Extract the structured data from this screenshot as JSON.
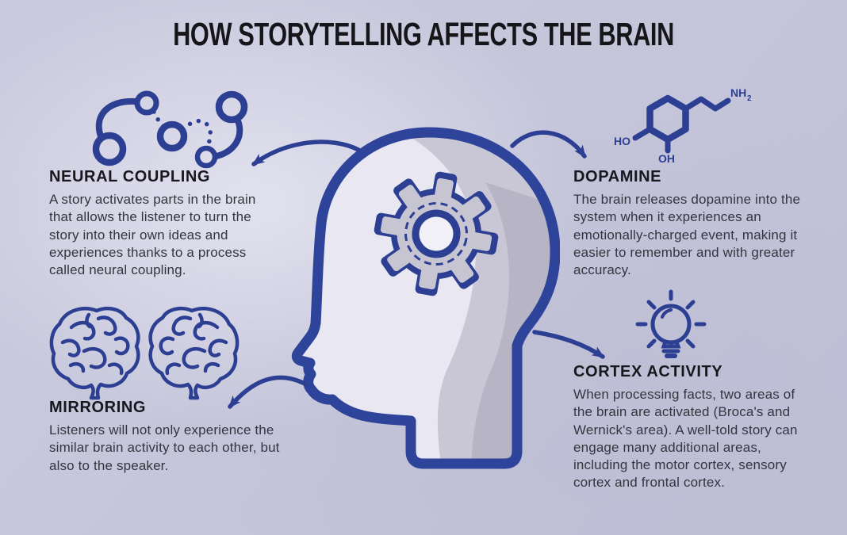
{
  "title": "HOW STORYTELLING AFFECTS THE BRAIN",
  "sections": {
    "neural_coupling": {
      "heading": "NEURAL COUPLING",
      "body": "A story activates parts in the brain that allows the listener to turn the story into their own ideas and experiences thanks to a process called neural coupling."
    },
    "dopamine": {
      "heading": "DOPAMINE",
      "body": "The brain releases dopamine into the system when it experiences an emotionally-charged event, making it easier to remember and with greater accuracy."
    },
    "mirroring": {
      "heading": "MIRRORING",
      "body": "Listeners will not only experience the similar brain activity to each other, but also to the speaker."
    },
    "cortex_activity": {
      "heading": "CORTEX ACTIVITY",
      "body": "When processing facts, two areas of the brain are activated (Broca's and Wernick's area). A well-told story can engage many additional areas, including the motor cortex, sensory cortex and frontal cortex."
    }
  },
  "molecule": {
    "label_ho": "HO",
    "label_oh": "OH",
    "label_nh": "NH",
    "label_nh_subscript": "2"
  },
  "icons": {
    "center": "head-profile-with-gear-icon",
    "neural_coupling": "connected-nodes-icon",
    "dopamine": "dopamine-molecule-icon",
    "mirroring": "mirrored-brains-icon",
    "cortex_activity": "lightbulb-icon"
  },
  "colors": {
    "navy": "#2c3f93",
    "head_outline": "#2e439a",
    "background": "#c7c7dc",
    "title_text": "#15151a",
    "body_text": "#35353f",
    "head_fill": "#e9e8f2",
    "shadow_light": "#c9c7d6",
    "shadow_dark": "#b7b4c6",
    "gear_gray": "#c7c5d2",
    "gear_center": "#f1f0f7"
  }
}
